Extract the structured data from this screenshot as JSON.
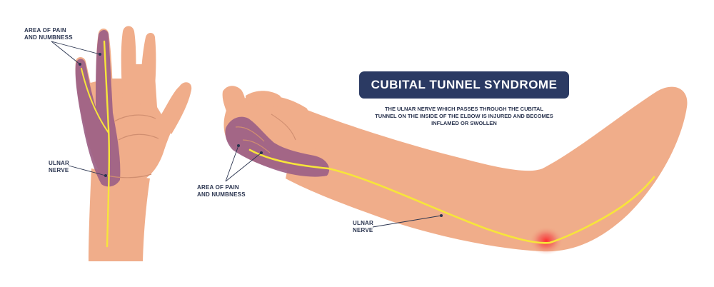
{
  "title": "CUBITAL TUNNEL SYNDROME",
  "description": "THE ULNAR NERVE WHICH PASSES THROUGH THE CUBITAL\nTUNNEL ON THE INSIDE OF THE ELBOW IS INJURED AND BECOMES\nINFLAMED OR SWOLLEN",
  "hand_view": {
    "pain_label": "AREA OF PAIN\nAND NUMBNESS",
    "nerve_label": "ULNAR\nNERVE"
  },
  "arm_view": {
    "pain_label": "AREA OF PAIN\nAND NUMBNESS",
    "nerve_label": "ULNAR\nNERVE"
  },
  "colors": {
    "skin": "#f0ad8a",
    "skin_shadow": "#e09c7b",
    "numb_area": "#9c5f86",
    "nerve": "#f7e53a",
    "inflammation": "#e8323a",
    "title_bg": "#2b3a63",
    "label_text": "#2b3550"
  }
}
